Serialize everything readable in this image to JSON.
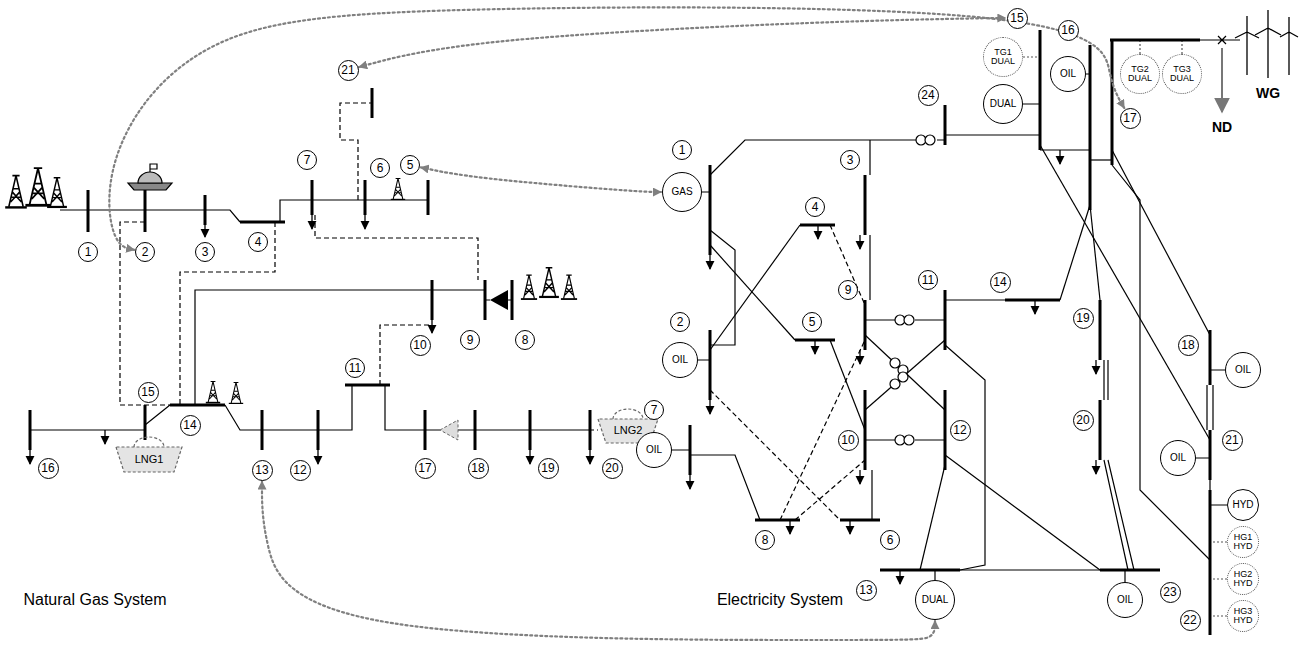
{
  "diagram": {
    "nodes": [
      {
        "text": [
          "1"
        ]
      },
      {
        "text": [
          "2"
        ]
      },
      {
        "text": [
          "3"
        ]
      },
      {
        "text": [
          "4"
        ]
      },
      {
        "text": [
          "5"
        ]
      },
      {
        "text": [
          "6"
        ]
      },
      {
        "text": [
          "7"
        ]
      },
      {
        "text": [
          "8"
        ]
      },
      {
        "text": [
          "9"
        ]
      },
      {
        "text": [
          "10"
        ]
      },
      {
        "text": [
          "11"
        ]
      },
      {
        "text": [
          "12"
        ]
      },
      {
        "text": [
          "13"
        ]
      },
      {
        "text": [
          "14"
        ]
      },
      {
        "text": [
          "15"
        ]
      },
      {
        "text": [
          "16"
        ]
      },
      {
        "text": [
          "17"
        ]
      },
      {
        "text": [
          "18"
        ]
      },
      {
        "text": [
          "19"
        ]
      },
      {
        "text": [
          "20"
        ]
      },
      {
        "text": [
          "21"
        ]
      },
      {
        "text": [
          "1"
        ]
      },
      {
        "text": [
          "2"
        ]
      },
      {
        "text": [
          "3"
        ]
      },
      {
        "text": [
          "4"
        ]
      },
      {
        "text": [
          "5"
        ]
      },
      {
        "text": [
          "6"
        ]
      },
      {
        "text": [
          "7"
        ]
      },
      {
        "text": [
          "8"
        ]
      },
      {
        "text": [
          "9"
        ]
      },
      {
        "text": [
          "10"
        ]
      },
      {
        "text": [
          "11"
        ]
      },
      {
        "text": [
          "12"
        ]
      },
      {
        "text": [
          "13"
        ]
      },
      {
        "text": [
          "14"
        ]
      },
      {
        "text": [
          "15"
        ]
      },
      {
        "text": [
          "16"
        ]
      },
      {
        "text": [
          "17"
        ]
      },
      {
        "text": [
          "18"
        ]
      },
      {
        "text": [
          "19"
        ]
      },
      {
        "text": [
          "20"
        ]
      },
      {
        "text": [
          "21"
        ]
      },
      {
        "text": [
          "22"
        ]
      },
      {
        "text": [
          "23"
        ]
      },
      {
        "text": [
          "24"
        ]
      },
      {
        "text": [
          "GAS"
        ]
      },
      {
        "text": [
          "OIL"
        ]
      },
      {
        "text": [
          "OIL"
        ]
      },
      {
        "text": [
          "TG1 DUAL"
        ]
      },
      {
        "text": [
          "DUAL"
        ]
      },
      {
        "text": [
          "OIL"
        ]
      },
      {
        "text": [
          "TG2 DUAL"
        ]
      },
      {
        "text": [
          "TG3 DUAL"
        ]
      },
      {
        "text": [
          "OIL"
        ]
      },
      {
        "text": [
          "OIL"
        ]
      },
      {
        "text": [
          "HYD"
        ]
      },
      {
        "text": [
          "HG1 HYD"
        ]
      },
      {
        "text": [
          "HG2 HYD"
        ]
      },
      {
        "text": [
          "HG3 HYD"
        ]
      },
      {
        "text": [
          "OIL"
        ]
      },
      {
        "text": [
          "DUAL"
        ]
      }
    ],
    "edges": [
      {
        "from": 1,
        "to": 37,
        "arrow": "both"
      },
      {
        "from": 20,
        "to": 35,
        "arrow": "both"
      },
      {
        "from": 4,
        "to": 45,
        "arrow": "both"
      },
      {
        "from": 12,
        "to": 60,
        "arrow": "both"
      }
    ],
    "labels": [
      "LNG1",
      "LNG2",
      "Natural Gas System",
      "Electricity System",
      "WG",
      "ND"
    ]
  }
}
